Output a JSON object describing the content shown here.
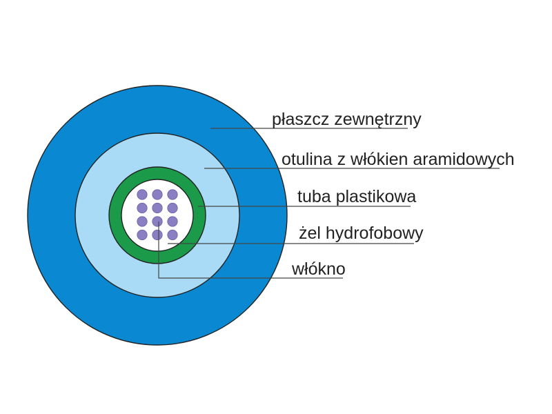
{
  "labels": {
    "outer_jacket": "płaszcz zewnętrzny",
    "aramid_layer": "otulina z włókien aramidowych",
    "plastic_tube": "tuba plastikowa",
    "gel": "żel hydrofobowy",
    "fiber": "włókno"
  },
  "colors": {
    "outer_jacket": "#0a88d2",
    "aramid_layer": "#a9dbf6",
    "plastic_tube": "#1b9a4a",
    "gel": "#ffffff",
    "fiber": "#8a7fc2"
  },
  "fiber_grid": {
    "rows": 4,
    "cols": 3
  }
}
